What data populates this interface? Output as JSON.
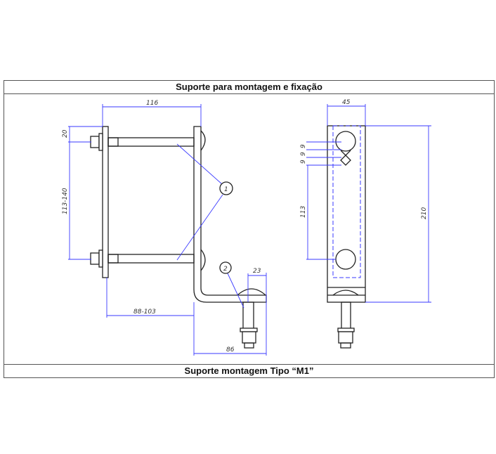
{
  "title": "Suporte para montagem e fixação",
  "footer": "Suporte montagem Tipo “M1”",
  "side_view": {
    "dimensions": {
      "width": "116",
      "top_offset": "20",
      "bolt_spacing": "113-140",
      "depth": "88-103",
      "arm": "86",
      "bolt_offset": "23"
    },
    "callouts": [
      "1",
      "2"
    ]
  },
  "front_view": {
    "dimensions": {
      "width": "45",
      "height": "210",
      "hole_spacing": "113",
      "slot_steps": [
        "9",
        "9",
        "9"
      ]
    }
  },
  "colors": {
    "dimension": "#3a3aff",
    "outline": "#222222"
  }
}
